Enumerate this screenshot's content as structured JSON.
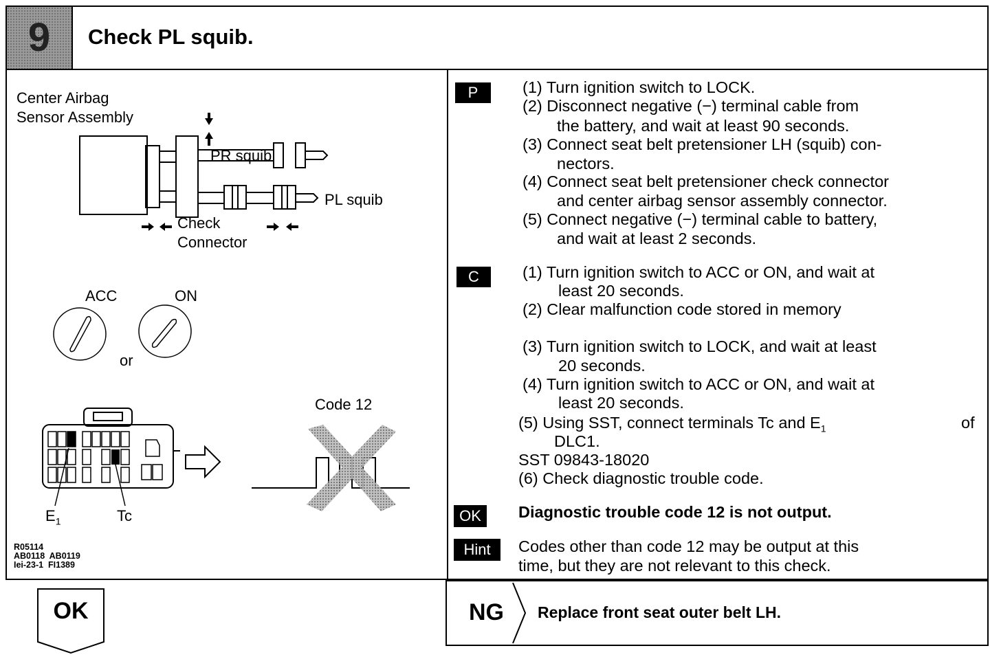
{
  "header": {
    "step_number": "9",
    "title": "Check PL squib."
  },
  "diagram": {
    "sensor_label_1": "Center Airbag",
    "sensor_label_2": "Sensor Assembly",
    "pr_squib": "PR squib",
    "pl_squib": "PL squib",
    "check_1": "Check",
    "check_2": "Connector",
    "acc": "ACC",
    "on": "ON",
    "or": "or",
    "code_label": "Code 12",
    "e1": "E",
    "e1_sub": "1",
    "tc": "Tc",
    "refs": "R05114\nAB0118  AB0119\nIei-23-1  FI1389"
  },
  "procedure": {
    "p_tag": "P",
    "p_steps": [
      "(1)  Turn ignition switch to LOCK.",
      "(2)  Disconnect negative (−) terminal cable from",
      "the battery, and wait at least 90 seconds.",
      "(3)  Connect seat belt pretensioner LH (squib) con-",
      "nectors.",
      "(4)  Connect seat belt pretensioner check connector",
      "and center airbag sensor assembly connector.",
      "(5)  Connect negative (−) terminal cable to battery,",
      "and wait at least 2 seconds."
    ],
    "c_tag": "C",
    "c_steps": [
      "(1)  Turn ignition switch to ACC or ON, and wait at",
      "least 20 seconds.",
      "(2)  Clear malfunction code stored in memory",
      "(3)  Turn ignition switch to LOCK, and wait at least",
      "20 seconds.",
      "(4)  Turn ignition switch to ACC or ON, and wait at",
      "least 20 seconds.",
      "(5)  Using  SST,  connect  terminals  Tc  and  E",
      "DLC1.",
      "SST 09843-18020",
      "(6)  Check diagnostic trouble code."
    ],
    "c5_sub": "1",
    "c5_of": "of",
    "ok_tag": "OK",
    "ok_text": "Diagnostic trouble code 12 is not output.",
    "hint_tag": "Hint",
    "hint_lines": [
      "Codes  other  than  code  12  may  be  output  at  this",
      "time, but they are not relevant to this check."
    ]
  },
  "bottom": {
    "ok": "OK",
    "ng": "NG",
    "ng_text": "Replace front seat outer belt LH."
  }
}
